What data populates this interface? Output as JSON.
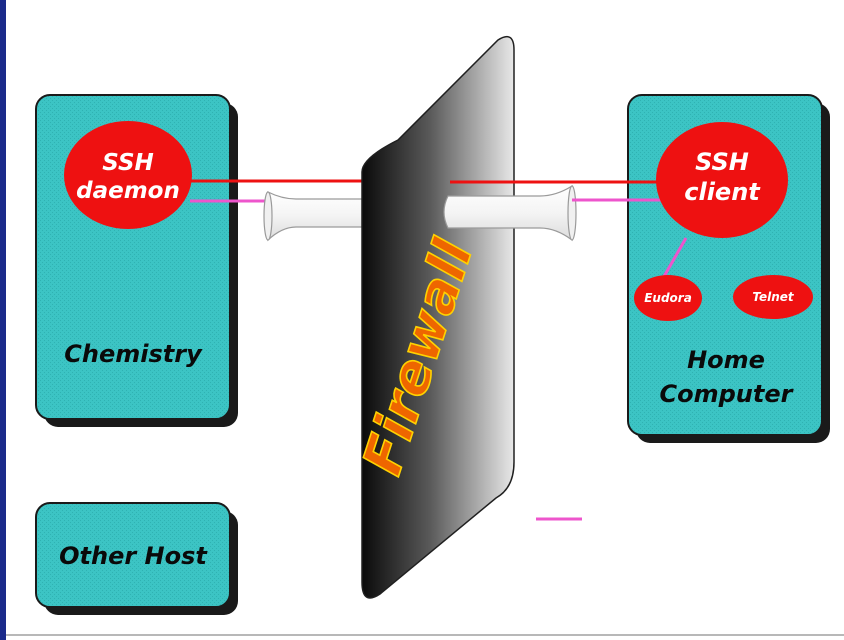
{
  "colors": {
    "box_fill": "#3cc4c4",
    "box_shadow": "#1a1a1a",
    "node_fill": "#ee1111",
    "link_red": "#ee1111",
    "link_magenta": "#ee55cc",
    "left_bar": "#1a2a8a",
    "firewall_text": "#ee6600"
  },
  "boxes": {
    "chemistry": "Chemistry",
    "home_line1": "Home",
    "home_line2": "Computer",
    "other_host": "Other Host"
  },
  "nodes": {
    "ssh_daemon_line1": "SSH",
    "ssh_daemon_line2": "daemon",
    "ssh_client_line1": "SSH",
    "ssh_client_line2": "client",
    "eudora": "Eudora",
    "telnet": "Telnet"
  },
  "firewall": {
    "label": "Firewall"
  }
}
